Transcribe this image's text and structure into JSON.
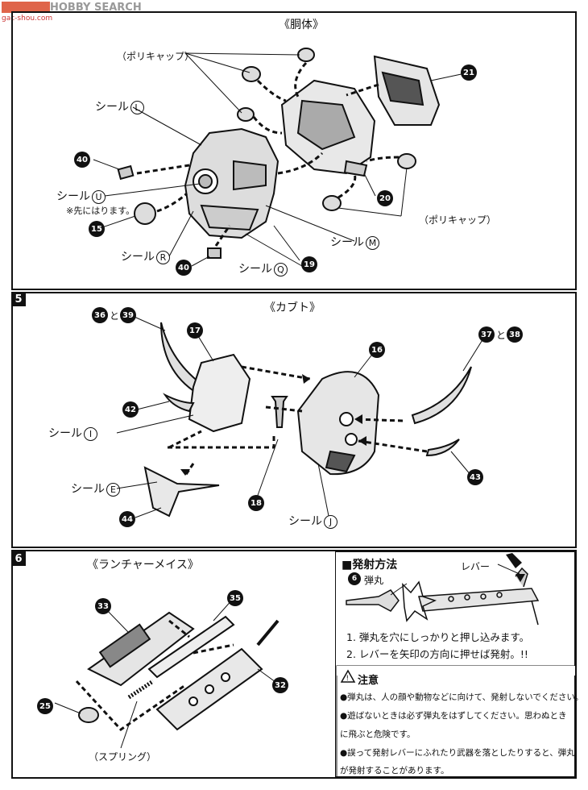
{
  "watermark": {
    "site": "HOBBY SEARCH",
    "url": "gac-shou.com"
  },
  "section_torso": {
    "title": "《胴体》",
    "labels": {
      "poly_top": "（ポリキャップ）",
      "poly_bottom": "（ポリキャップ）",
      "seal_l": "シール",
      "seal_l_mark": "L",
      "seal_u": "シール",
      "seal_u_mark": "U",
      "seal_u_note": "※先にはります。",
      "seal_r": "シール",
      "seal_r_mark": "R",
      "seal_q": "シール",
      "seal_q_mark": "Q",
      "seal_m": "シール",
      "seal_m_mark": "M"
    },
    "parts": {
      "p21": "21",
      "p40a": "40",
      "p15": "15",
      "p40b": "40",
      "p19": "19",
      "p20": "20"
    }
  },
  "section_kabuto": {
    "step": "5",
    "title": "《カブト》",
    "labels": {
      "pair_left": "と",
      "pair_right": "と",
      "seal_i": "シール",
      "seal_i_mark": "I",
      "seal_e": "シール",
      "seal_e_mark": "E",
      "seal_j": "シール",
      "seal_j_mark": "J"
    },
    "parts": {
      "p36": "36",
      "p39": "39",
      "p17": "17",
      "p16": "16",
      "p37": "37",
      "p38": "38",
      "p42": "42",
      "p44": "44",
      "p18": "18",
      "p43": "43"
    }
  },
  "section_launcher": {
    "step": "6",
    "title": "《ランチャーメイス》",
    "labels": {
      "spring": "（スプリング）"
    },
    "parts": {
      "p33": "33",
      "p35": "35",
      "p25": "25",
      "p32": "32"
    }
  },
  "firing": {
    "heading": "■発射方法",
    "lever": "レバー",
    "bullet_num": "6",
    "bullet": "弾丸",
    "step1": "1. 弾丸を穴にしっかりと押し込みます。",
    "step2": "2. レバーを矢印の方向に押せば発射。!!"
  },
  "caution": {
    "title": "注意",
    "line1": "●弾丸は、人の顔や動物などに向けて、発射しないでください。",
    "line2": "●遊ばないときは必ず弾丸をはずしてください。思わぬとき",
    "line3": "に飛ぶと危険です。",
    "line4": "●誤って発射レバーにふれたり武器を落としたりすると、弾丸",
    "line5": "が発射することがあります。"
  }
}
